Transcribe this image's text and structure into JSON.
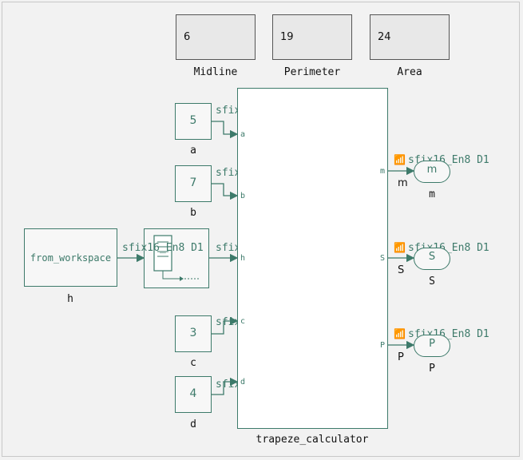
{
  "displays": [
    {
      "value": "6",
      "label": "Midline"
    },
    {
      "value": "19",
      "label": "Perimeter"
    },
    {
      "value": "24",
      "label": "Area"
    }
  ],
  "constants": [
    {
      "value": "5",
      "label": "a"
    },
    {
      "value": "7",
      "label": "b"
    },
    {
      "value": "3",
      "label": "c"
    },
    {
      "value": "4",
      "label": "d"
    }
  ],
  "from_workspace": {
    "text": "from_workspace",
    "label": "h"
  },
  "signal_type": "sfix16_En8 D1",
  "subsystem": {
    "name": "trapeze_calculator",
    "inputs": [
      "a",
      "b",
      "h",
      "c",
      "d"
    ],
    "outputs": [
      "m",
      "S",
      "P"
    ]
  },
  "gotos": [
    {
      "tag": "m",
      "port": "m",
      "label": "m"
    },
    {
      "tag": "S",
      "port": "S",
      "label": "S"
    },
    {
      "tag": "P",
      "port": "P",
      "label": "P"
    }
  ],
  "icons": [
    "wifi-signal-icon",
    "conversion-icon"
  ]
}
